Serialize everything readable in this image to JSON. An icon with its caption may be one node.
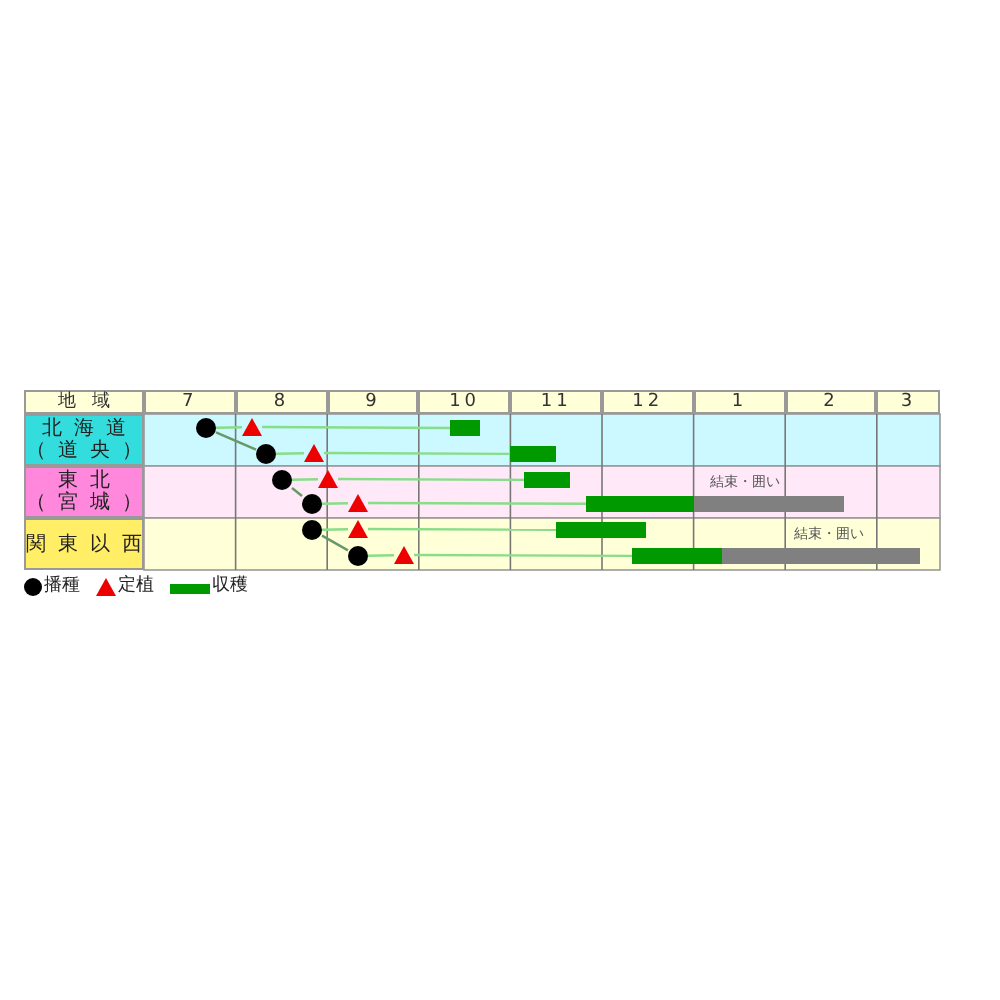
{
  "diagram": {
    "nodes": [
      {
        "text": [
          "北海道",
          "（道央）"
        ]
      },
      {
        "text": [
          "東北",
          "（宮城）"
        ]
      },
      {
        "text": [
          "関東以西"
        ]
      },
      {
        "text": [],
        "shape": "circle"
      },
      {
        "text": [],
        "shape": "circle"
      },
      {
        "text": [],
        "shape": "circle"
      },
      {
        "text": [],
        "shape": "circle"
      },
      {
        "text": [],
        "shape": "circle"
      },
      {
        "text": [],
        "shape": "circle"
      },
      {
        "text": [],
        "shape": "triangle"
      },
      {
        "text": [],
        "shape": "triangle"
      },
      {
        "text": [],
        "shape": "triangle"
      },
      {
        "text": [],
        "shape": "triangle"
      },
      {
        "text": [],
        "shape": "triangle"
      },
      {
        "text": [],
        "shape": "triangle"
      },
      {
        "text": [],
        "shape": "bar"
      },
      {
        "text": [],
        "shape": "bar"
      },
      {
        "text": [],
        "shape": "bar"
      },
      {
        "text": [],
        "shape": "bar"
      },
      {
        "text": [],
        "shape": "bar"
      },
      {
        "text": [],
        "shape": "bar"
      },
      {
        "text": [],
        "shape": "bar",
        "beside": [
          "結束・囲い"
        ]
      },
      {
        "text": [],
        "shape": "bar",
        "beside": [
          "結束・囲い"
        ]
      }
    ],
    "edges": [
      {
        "from": 3,
        "to": 9,
        "arrow": "none"
      },
      {
        "from": 9,
        "to": 15,
        "arrow": "none"
      },
      {
        "from": 4,
        "to": 10,
        "arrow": "none"
      },
      {
        "from": 10,
        "to": 16,
        "arrow": "none"
      },
      {
        "from": 5,
        "to": 11,
        "arrow": "none"
      },
      {
        "from": 11,
        "to": 17,
        "arrow": "none"
      },
      {
        "from": 6,
        "to": 12,
        "arrow": "none"
      },
      {
        "from": 12,
        "to": 18,
        "arrow": "none"
      },
      {
        "from": 7,
        "to": 13,
        "arrow": "none"
      },
      {
        "from": 13,
        "to": 19,
        "arrow": "none"
      },
      {
        "from": 8,
        "to": 14,
        "arrow": "none"
      },
      {
        "from": 14,
        "to": 20,
        "arrow": "none"
      },
      {
        "from": 3,
        "to": 4,
        "arrow": "none",
        "color": "#669966"
      },
      {
        "from": 5,
        "to": 6,
        "arrow": "none",
        "color": "#669966"
      },
      {
        "from": 7,
        "to": 8,
        "arrow": "none",
        "color": "#669966"
      }
    ],
    "labels": [
      "地域",
      "7",
      "8",
      "9",
      "10",
      "11",
      "12",
      "1",
      "2",
      "3"
    ],
    "legend": [
      {
        "text": "播種"
      },
      {
        "text": "定植"
      },
      {
        "text": "収穫",
        "color": "#009900"
      }
    ]
  }
}
